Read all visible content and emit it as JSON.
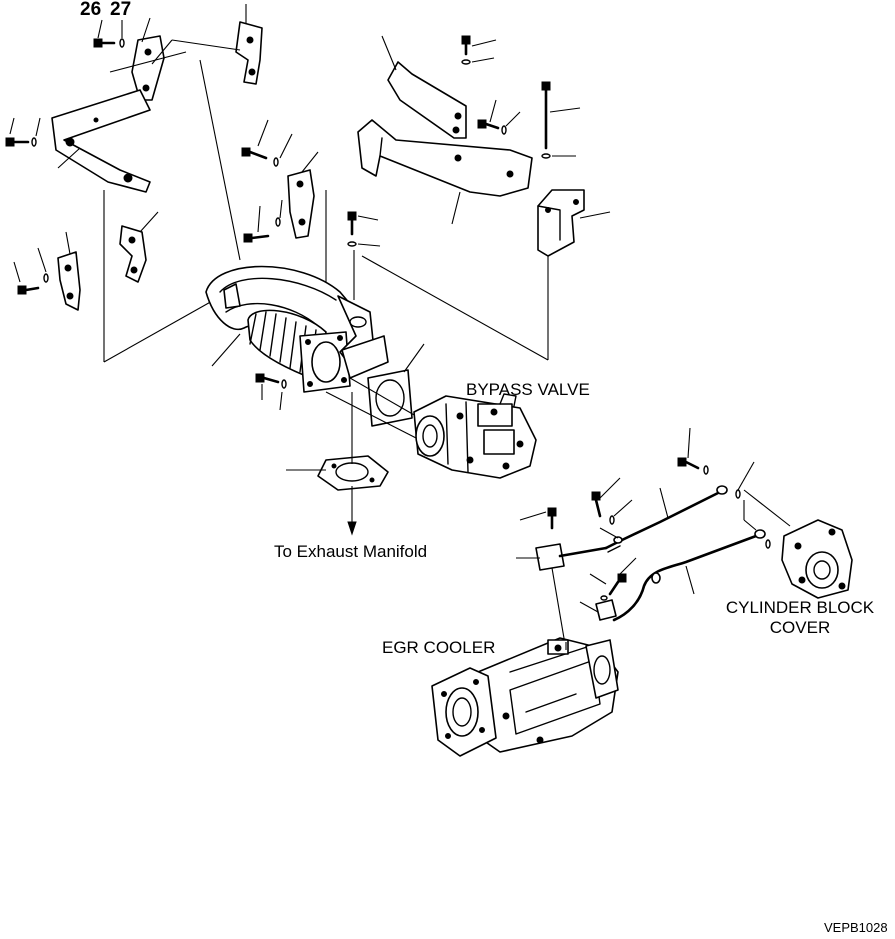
{
  "labels": {
    "callout_26": "26",
    "callout_27": "27",
    "bypass_valve": "BYPASS VALVE",
    "to_exhaust_manifold": "To Exhaust Manifold",
    "egr_cooler": "EGR COOLER",
    "cylinder_block_cover_line1": "CYLINDER BLOCK",
    "cylinder_block_cover_line2": "COVER",
    "drawing_code": "VEPB1028"
  }
}
